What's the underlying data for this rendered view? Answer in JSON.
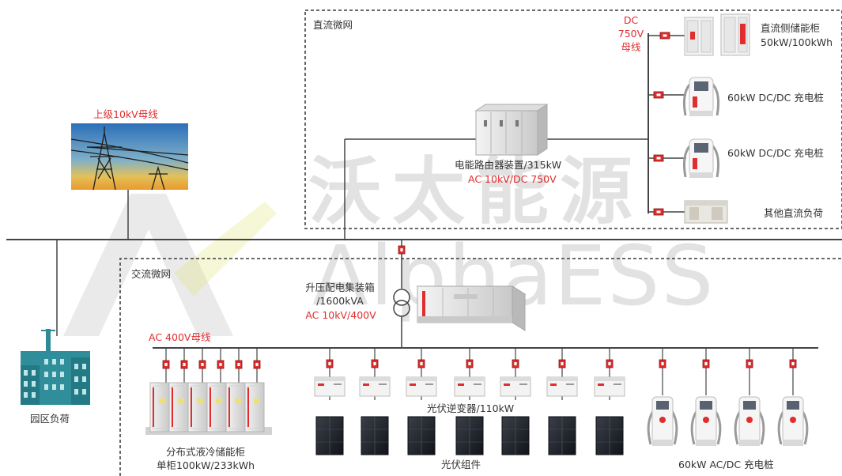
{
  "watermark": {
    "brand_cn": "沃太能源",
    "brand_en": "AlphaESS"
  },
  "dc_microgrid": {
    "title": "直流微网",
    "bus_label_line1": "DC",
    "bus_label_line2": "750V",
    "bus_label_line3": "母线",
    "storage_cabinet_label": "直流侧储能柜",
    "storage_cabinet_spec": "50kW/100kWh",
    "charger_1_label": "60kW  DC/DC 充电桩",
    "charger_2_label": "60kW  DC/DC 充电桩",
    "other_load_label": "其他直流负荷"
  },
  "energy_router": {
    "label": "电能路由器装置/315kW",
    "spec": "AC 10kV/DC 750V"
  },
  "grid": {
    "upper_bus_label": "上级10kV母线"
  },
  "park_load": {
    "label": "园区负荷"
  },
  "ac_microgrid": {
    "title": "交流微网",
    "transformer_label_line1": "升压配电集装箱",
    "transformer_label_line2": "/1600kVA",
    "transformer_spec": "AC  10kV/400V",
    "bus_label": "AC  400V母线",
    "storage_label_line1": "分布式液冷储能柜",
    "storage_label_line2": "单柜100kW/233kWh",
    "inverter_label": "光伏逆变器/110kW",
    "pv_module_label": "光伏组件",
    "ac_charger_label": "60kW  AC/DC 充电桩"
  },
  "colors": {
    "accent_red": "#e02d2d",
    "line": "#444444",
    "dash": "#555555"
  }
}
